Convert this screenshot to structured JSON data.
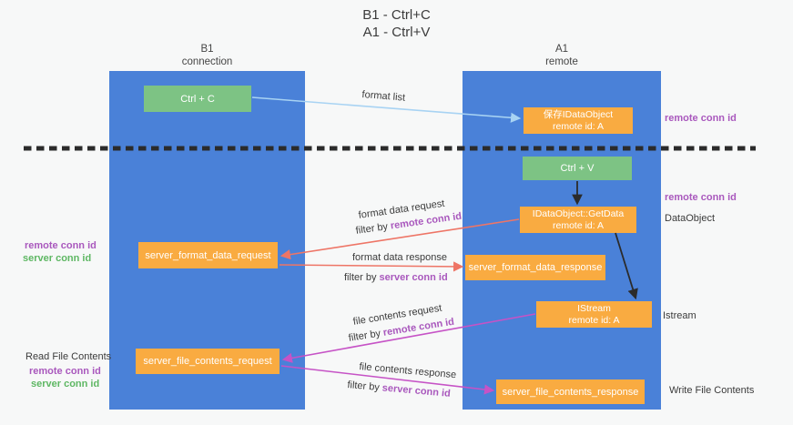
{
  "title": {
    "line1": "B1 - Ctrl+C",
    "line2": "A1 - Ctrl+V"
  },
  "lanes": {
    "left": {
      "name": "B1",
      "role": "connection"
    },
    "right": {
      "name": "A1",
      "role": "remote"
    }
  },
  "boxes": {
    "ctrl_c": {
      "label": "Ctrl + C"
    },
    "ctrl_v": {
      "label": "Ctrl + V"
    },
    "save_dataobject": {
      "line1": "保存IDataObject",
      "line2": "remote id: A"
    },
    "getdata": {
      "line1": "IDataObject::GetData",
      "line2": "remote id: A"
    },
    "istream": {
      "line1": "IStream",
      "line2": "remote id: A"
    },
    "format_request": {
      "label": "server_format_data_request"
    },
    "format_response": {
      "label": "server_format_data_response"
    },
    "file_request": {
      "label": "server_file_contents_request"
    },
    "file_response": {
      "label": "server_file_contents_response"
    }
  },
  "arrow_labels": {
    "format_list": "format list",
    "format_data_request": "format data request",
    "format_data_response": "format data response",
    "file_contents_request": "file contents request",
    "file_contents_response": "file contents response",
    "filter_by": "filter by",
    "remote_conn_id": "remote conn id",
    "server_conn_id": "server conn id"
  },
  "side_labels": {
    "remote_conn_id": "remote conn id",
    "server_conn_id": "server conn id",
    "dataobject": "DataObject",
    "istream": "Istream",
    "read_file_contents": "Read File Contents",
    "write_file_contents": "Write File Contents"
  },
  "colors": {
    "lane_blue": "#4a81d8",
    "box_orange": "#f9ab41",
    "box_green": "#7dc384",
    "purple_text": "#a958bd",
    "green_text": "#5eb763",
    "arrow_light_blue": "#a8d3f3",
    "arrow_salmon": "#ee7566",
    "arrow_magenta": "#c653c6",
    "arrow_black": "#2b2b2b",
    "separator": "#2b2b2b"
  }
}
